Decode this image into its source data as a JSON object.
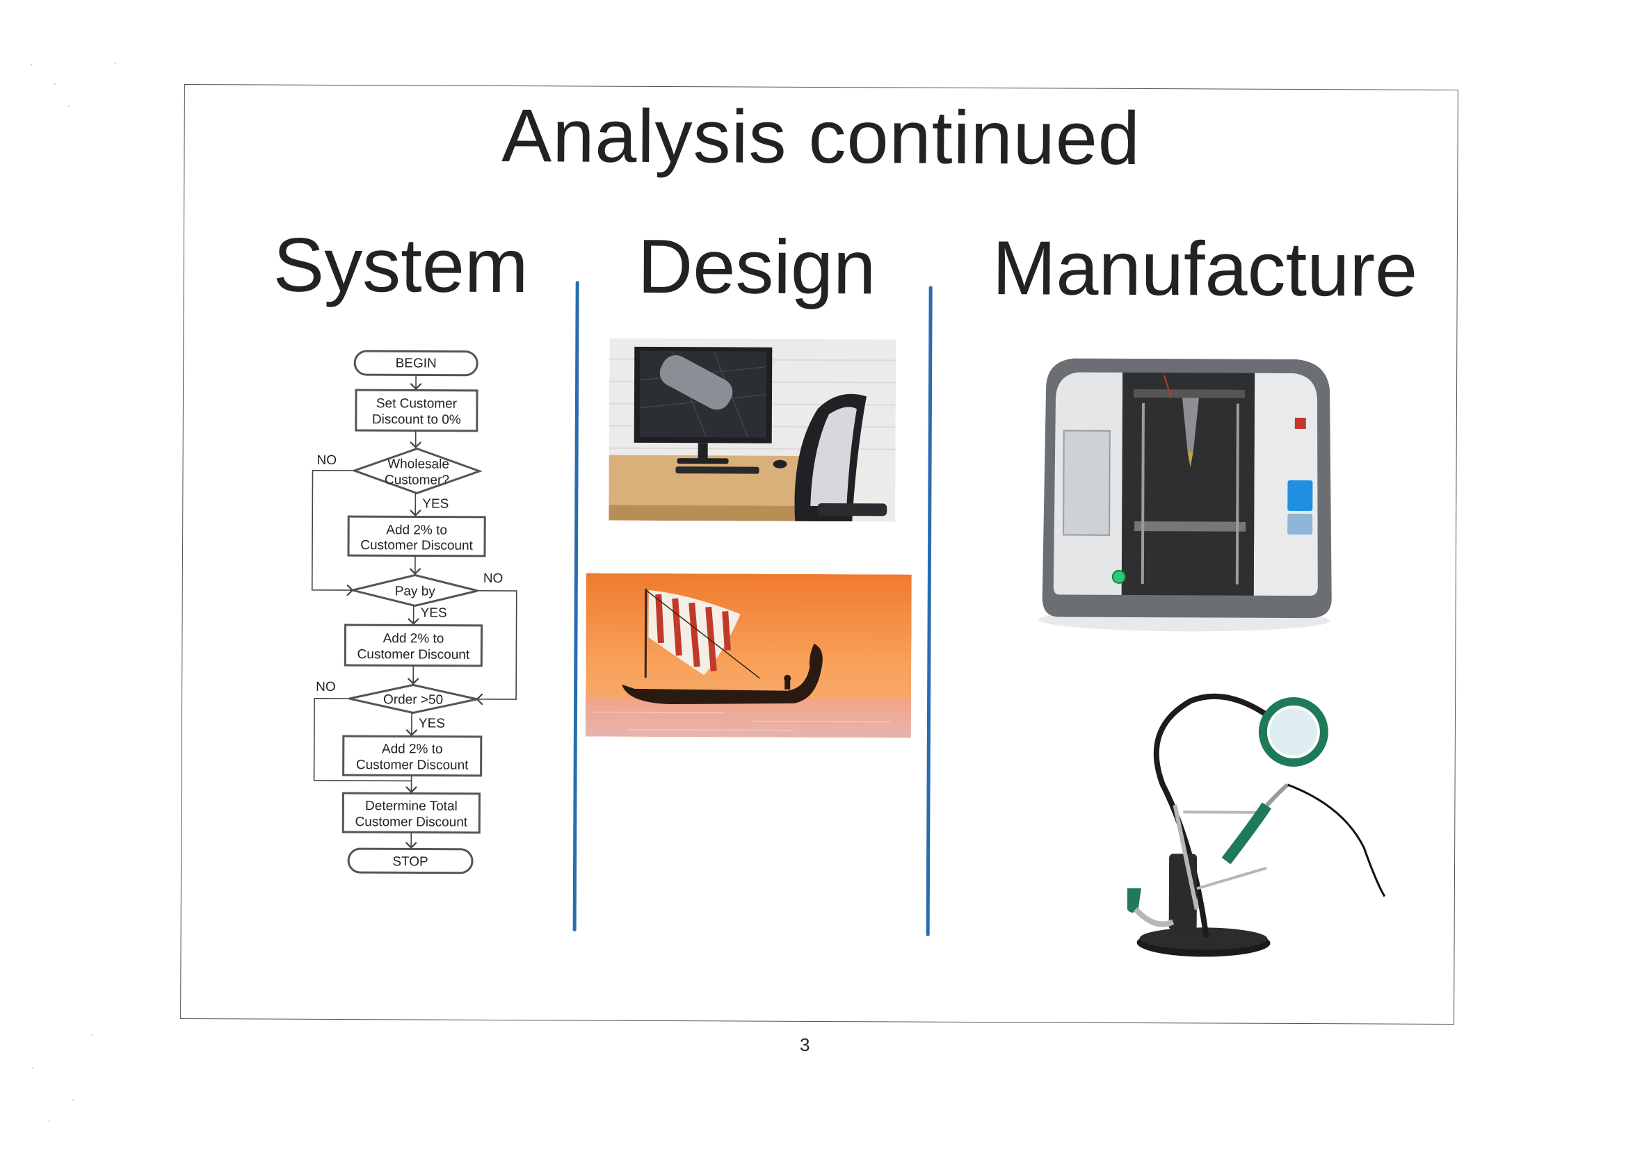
{
  "slide": {
    "title": "Analysis continued",
    "columns": {
      "system": "System",
      "design": "Design",
      "manufacture": "Manufacture"
    }
  },
  "flowchart": {
    "begin": "BEGIN",
    "step1": [
      "Set Customer",
      "Discount to 0%"
    ],
    "decision1": [
      "Wholesale",
      "Customer?"
    ],
    "step2": [
      "Add 2% to",
      "Customer Discount"
    ],
    "decision2": "Pay by",
    "step3": [
      "Add 2% to",
      "Customer Discount"
    ],
    "decision3": "Order >50",
    "step4": [
      "Add 2% to",
      "Customer Discount"
    ],
    "step5": [
      "Determine Total",
      "Customer Discount"
    ],
    "stop": "STOP",
    "yes": "YES",
    "no": "NO"
  },
  "page_number": "3",
  "colors": {
    "divider": "#2b6cb0",
    "sunset": "#f58a3c",
    "sail_red": "#c0392b",
    "printer_grey": "#6b6f73",
    "solder_green": "#1f7a5a"
  }
}
